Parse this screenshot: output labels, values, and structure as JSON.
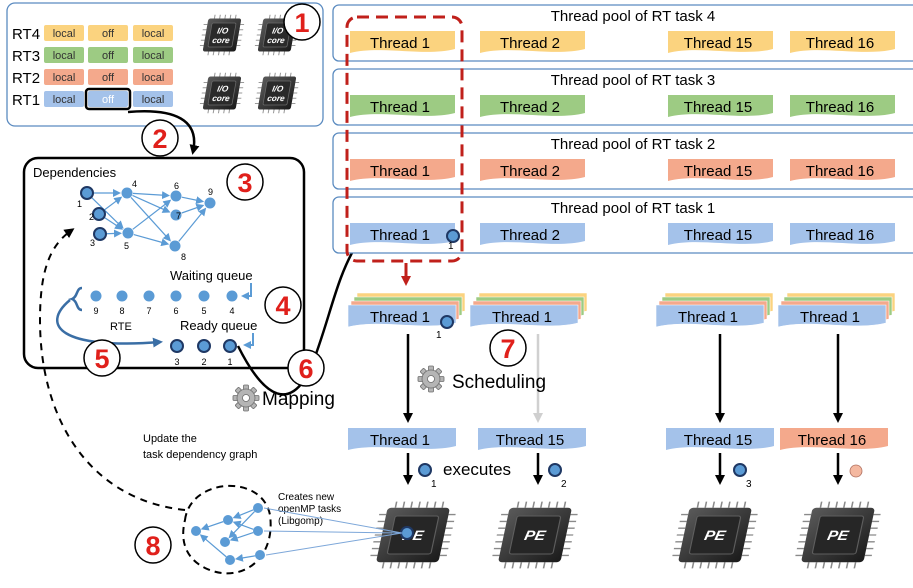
{
  "colors": {
    "yellow": "#FBD37F",
    "green": "#9DCB83",
    "salmon": "#F4A98C",
    "blue": "#A4C2EA",
    "node": "#5B9BD5",
    "node_stroke": "#1F3864",
    "red": "#E0201B",
    "dashed_red": "#C0201B",
    "pool_border": "#5B8BC0",
    "peach": "#F4B8A0"
  },
  "rt_table": {
    "rows": [
      {
        "label": "RT4",
        "cells": [
          "local",
          "off",
          "local"
        ],
        "color": "yellow"
      },
      {
        "label": "RT3",
        "cells": [
          "local",
          "off",
          "local"
        ],
        "color": "green"
      },
      {
        "label": "RT2",
        "cells": [
          "local",
          "off",
          "local"
        ],
        "color": "salmon"
      },
      {
        "label": "RT1",
        "cells": [
          "local",
          "off",
          "local"
        ],
        "color": "blue"
      }
    ],
    "chip_label": "I/O core"
  },
  "markers": [
    "1",
    "2",
    "3",
    "4",
    "5",
    "6",
    "7",
    "8"
  ],
  "pools": [
    {
      "title": "Thread pool of RT task 4",
      "color": "yellow",
      "threads": [
        "Thread 1",
        "Thread 2",
        "Thread 15",
        "Thread 16"
      ]
    },
    {
      "title": "Thread pool of RT task 3",
      "color": "green",
      "threads": [
        "Thread 1",
        "Thread 2",
        "Thread 15",
        "Thread 16"
      ]
    },
    {
      "title": "Thread pool of RT task 2",
      "color": "salmon",
      "threads": [
        "Thread 1",
        "Thread 2",
        "Thread 15",
        "Thread 16"
      ]
    },
    {
      "title": "Thread pool of RT task 1",
      "color": "blue",
      "threads": [
        "Thread 1",
        "Thread 2",
        "Thread 15",
        "Thread 16"
      ],
      "badge": "1"
    }
  ],
  "runtime": {
    "dependencies_label": "Dependencies",
    "dag_nodes": [
      "1",
      "2",
      "3",
      "4",
      "5",
      "6",
      "7",
      "8",
      "9"
    ],
    "waiting_queue_label": "Waiting queue",
    "waiting_nodes": [
      "9",
      "8",
      "7",
      "6",
      "5",
      "4"
    ],
    "rte_label": "RTE",
    "ready_queue_label": "Ready queue",
    "ready_nodes": [
      "3",
      "2",
      "1"
    ]
  },
  "mapping_label": "Mapping",
  "scheduling_label": "Scheduling",
  "stacks": [
    {
      "label": "Thread 1",
      "badge": "1"
    },
    {
      "label": "Thread 1",
      "badge": ""
    },
    {
      "label": "Thread 1",
      "badge": ""
    },
    {
      "label": "Thread 1",
      "badge": ""
    }
  ],
  "exec_threads": [
    {
      "label": "Thread 1",
      "color": "blue",
      "badge": "1"
    },
    {
      "label": "Thread 15",
      "color": "blue",
      "badge": "2"
    },
    {
      "label": "Thread 15",
      "color": "blue",
      "badge": "3"
    },
    {
      "label": "Thread 16",
      "color": "salmon",
      "badge": ""
    }
  ],
  "executes_label": "executes",
  "update_label": [
    "Update the",
    "task dependency graph"
  ],
  "creates_label": [
    "Creates new",
    "openMP tasks",
    "(Libgomp)"
  ],
  "pe_label": "PE"
}
